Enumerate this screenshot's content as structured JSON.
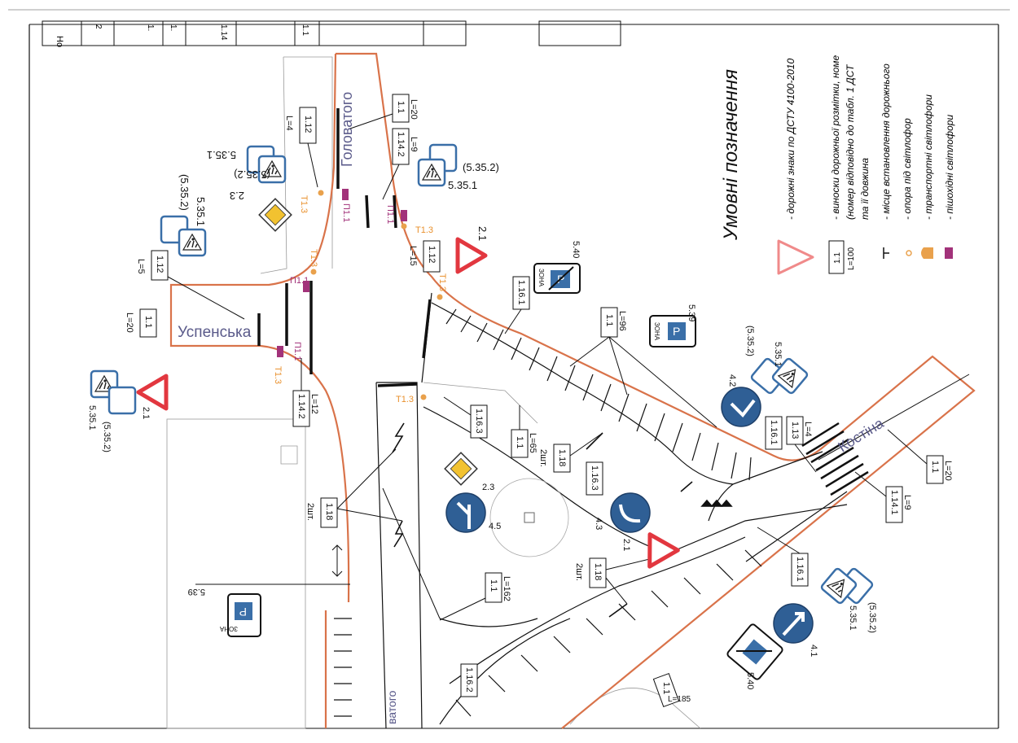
{
  "colors": {
    "road_edge": "#d9734a",
    "outline": "#111111",
    "sign_blue": "#3a6fa8",
    "sign_red": "#e2373f",
    "sign_yellow": "#f2c230",
    "ped_light": "#a2327a",
    "pole": "#e9a14c",
    "handwriting": "#5a5a8a"
  },
  "title_block": {
    "cells": [
      "Но",
      "2",
      "1.",
      "1.",
      "1.14",
      "1.1"
    ]
  },
  "legend": {
    "title": "Умовні позначення",
    "items": [
      {
        "icon": "triangle-sign-icon",
        "text": "- дорожні знаки по ДСТУ 4100-2010"
      },
      {
        "icon": "marking-callout-icon",
        "text": "- виноски дорожньої розмітки, номе",
        "text2": "(номер відповідно до табл. 1 ДСТ",
        "text3": "та її довжина",
        "box_top": "1.1",
        "box_bottom": "L=100"
      },
      {
        "icon": "marking-place-icon",
        "text": "- місце встановлення дорожнього"
      },
      {
        "icon": "pole-icon",
        "text": "- опора під світлофор"
      },
      {
        "icon": "traffic-light-icon",
        "text": "- транспортні світлофори"
      },
      {
        "icon": "ped-light-icon",
        "text": "- пішохідні світлофори"
      }
    ]
  },
  "streets": {
    "uspenska": "Успенська",
    "golovatogo": "Головатого",
    "kostina": "Костіна",
    "vatogo": "ватого"
  },
  "callouts": [
    {
      "id": "c1",
      "lines": [
        "1.12"
      ],
      "side": "L=4"
    },
    {
      "id": "c2",
      "lines": [
        "1.1"
      ],
      "side": "L=20"
    },
    {
      "id": "c3",
      "lines": [
        "1.14.2"
      ],
      "side": "L=9"
    },
    {
      "id": "c4",
      "lines": [
        "1.12"
      ],
      "side": "L=5"
    },
    {
      "id": "c5",
      "lines": [
        "1.1"
      ],
      "side": "L=20"
    },
    {
      "id": "c6",
      "lines": [
        "1.12"
      ],
      "side": "L=15"
    },
    {
      "id": "c7",
      "lines": [
        "1.16.1"
      ],
      "side": ""
    },
    {
      "id": "c8",
      "lines": [
        "1.1"
      ],
      "side": "L=96"
    },
    {
      "id": "c9",
      "lines": [
        "1.14.2"
      ],
      "side": "L=12"
    },
    {
      "id": "c10",
      "lines": [
        "1.16.3"
      ],
      "side": ""
    },
    {
      "id": "c11",
      "lines": [
        "1.1"
      ],
      "side": "L=65"
    },
    {
      "id": "c12",
      "lines": [
        "1.18"
      ],
      "side": "2шт."
    },
    {
      "id": "c13",
      "lines": [
        "1.18"
      ],
      "side": "2шт."
    },
    {
      "id": "c14",
      "lines": [
        "1.16.3"
      ],
      "side": ""
    },
    {
      "id": "c15",
      "lines": [
        "1.16.1"
      ],
      "side": ""
    },
    {
      "id": "c16",
      "lines": [
        "1.13"
      ],
      "side": "L=4"
    },
    {
      "id": "c17",
      "lines": [
        "1.1"
      ],
      "side": "L=20"
    },
    {
      "id": "c18",
      "lines": [
        "1.14.1"
      ],
      "side": "L=9"
    },
    {
      "id": "c19",
      "lines": [
        "1.16.1"
      ],
      "side": ""
    },
    {
      "id": "c20",
      "lines": [
        "1.18"
      ],
      "side": "2шт."
    },
    {
      "id": "c21",
      "lines": [
        "1.1"
      ],
      "side": "L=162"
    },
    {
      "id": "c22",
      "lines": [
        "1.16.2"
      ],
      "side": ""
    },
    {
      "id": "c23",
      "lines": [
        "1.1"
      ],
      "side": "L=185"
    }
  ],
  "sign_labels": {
    "s1": "5.35.1",
    "s1b": "(5.35.2)",
    "s2": "2.3",
    "s3": "(5.35.2)",
    "s3b": "5.35.1",
    "s4": "(5.35.2)",
    "s4b": "5.35.1",
    "s5": "2.1",
    "s6": "5.40",
    "s7": "5.39",
    "s8": "4.2",
    "s9": "(5.35.2)",
    "s9b": "5.35.1",
    "s10": "2.1",
    "s11": "(5.35.2)",
    "s11b": "5.35.1",
    "s12": "2.3",
    "s13": "4.5",
    "s14": "4.3",
    "s15": "2.1",
    "s16": "(5.35.2)",
    "s16b": "5.35.1",
    "s17": "4.1",
    "s18": "5.40",
    "s19": "5.39"
  },
  "zone_text": "ЗОНА",
  "parking_letter": "P",
  "lights": {
    "t1": "T1.3",
    "t2": "T1.3",
    "t3": "T1.3",
    "t4": "T1.3",
    "t5": "T1.3",
    "t6": "T1.3",
    "p1": "П1.1",
    "p2": "П1.1",
    "p3": "П1.1",
    "p4": "П1.1"
  }
}
